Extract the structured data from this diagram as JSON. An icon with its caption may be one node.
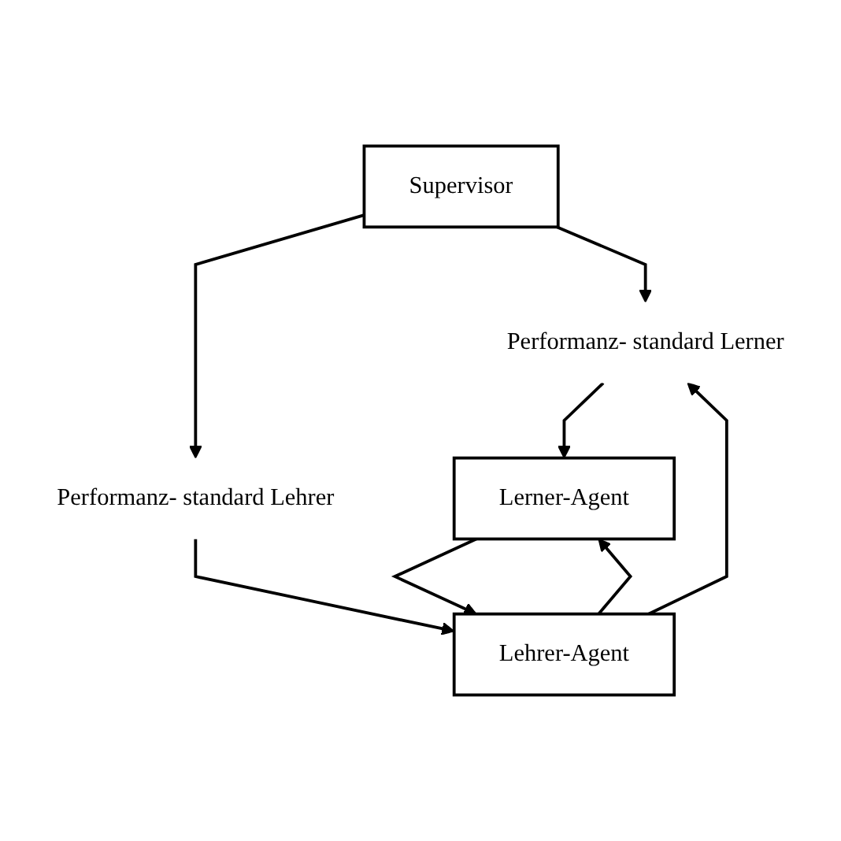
{
  "diagram": {
    "nodes": [
      {
        "text": [
          "Supervisor"
        ]
      },
      {
        "text": [
          "Performanz- standard Lerner"
        ]
      },
      {
        "text": [
          "Performanz- standard Lehrer"
        ]
      },
      {
        "text": [
          "Lerner-Agent"
        ]
      },
      {
        "text": [
          "Lehrer-Agent"
        ]
      }
    ],
    "edges": [
      {
        "from": 0,
        "to": 1,
        "arrow": "to"
      },
      {
        "from": 0,
        "to": 2,
        "arrow": "to"
      },
      {
        "from": 1,
        "to": 3,
        "arrow": "to"
      },
      {
        "from": 2,
        "to": 4,
        "arrow": "to"
      },
      {
        "from": 4,
        "to": 3,
        "arrow": "to"
      },
      {
        "from": 4,
        "to": 1,
        "arrow": "to"
      },
      {
        "from": 3,
        "to": 4,
        "arrow": "to"
      }
    ]
  }
}
